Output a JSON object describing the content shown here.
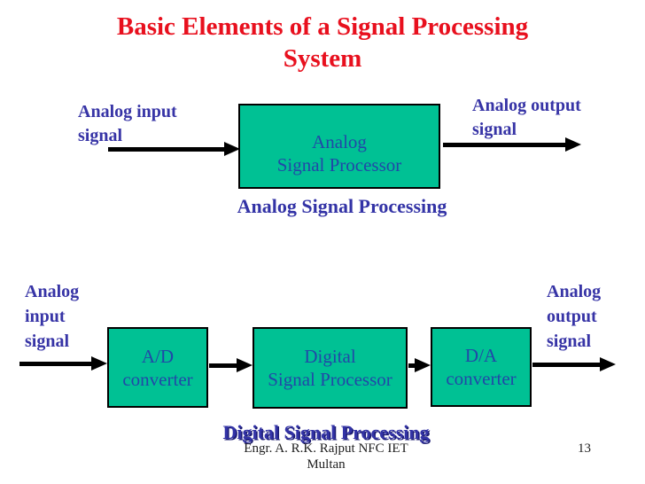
{
  "colors": {
    "title_red": "#e8101e",
    "label_blue": "#3734a6",
    "box_text_blue": "#2148a8",
    "box_green": "#00c194",
    "caption_blue": "#3333a6",
    "caption_shadow": "#1b1b72",
    "footer_black": "#1f1f1f"
  },
  "title_lines": [
    "Basic Elements of a Signal Processing",
    "System"
  ],
  "analog_system": {
    "input_label_lines": [
      "Analog input",
      "signal"
    ],
    "processor_lines": [
      "Analog",
      "Signal Processor"
    ],
    "output_label_lines": [
      "Analog output",
      "signal"
    ],
    "caption": "Analog Signal Processing"
  },
  "digital_system": {
    "input_label_lines": [
      "Analog",
      "input",
      "signal"
    ],
    "adc_lines": [
      "A/D",
      "converter"
    ],
    "dsp_lines": [
      "Digital",
      "Signal Processor"
    ],
    "dac_lines": [
      "D/A",
      "converter"
    ],
    "output_label_lines": [
      "Analog",
      "output",
      "signal"
    ],
    "caption": "Digital Signal Processing"
  },
  "footer": {
    "credit_line1": "Engr. A. R.K. Rajput NFC IET",
    "credit_line2": "Multan",
    "page_number": "13"
  }
}
